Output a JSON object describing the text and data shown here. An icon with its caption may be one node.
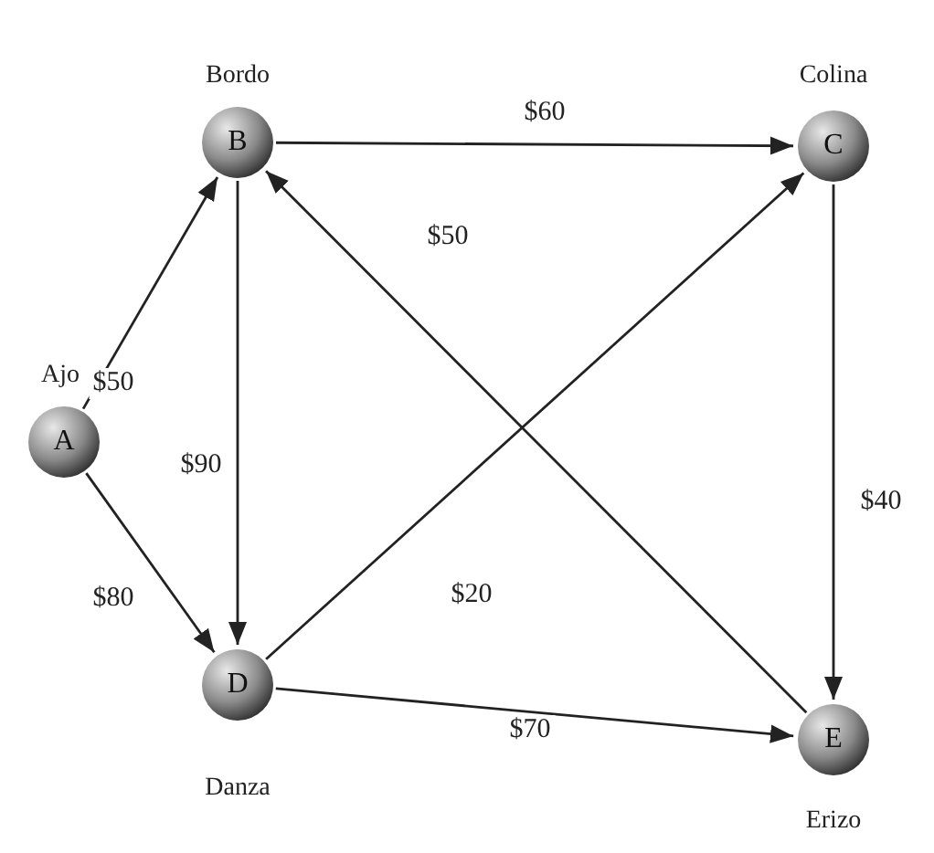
{
  "diagram": {
    "nodes": [
      {
        "text": [
          "A"
        ],
        "beside": [
          "Ajo"
        ]
      },
      {
        "text": [
          "B"
        ],
        "beside": [
          "Bordo"
        ]
      },
      {
        "text": [
          "C"
        ],
        "beside": [
          "Colina"
        ]
      },
      {
        "text": [
          "D"
        ],
        "beside": [
          "Danza"
        ]
      },
      {
        "text": [
          "E"
        ],
        "beside": [
          "Erizo"
        ]
      }
    ],
    "edges": [
      {
        "from": 0,
        "to": 1,
        "arrow": "to",
        "label": "$50"
      },
      {
        "from": 0,
        "to": 3,
        "arrow": "to",
        "label": "$80"
      },
      {
        "from": 1,
        "to": 2,
        "arrow": "to",
        "label": "$60"
      },
      {
        "from": 1,
        "to": 3,
        "arrow": "to",
        "label": "$90"
      },
      {
        "from": 3,
        "to": 2,
        "arrow": "to",
        "label": "$20"
      },
      {
        "from": 4,
        "to": 1,
        "arrow": "to",
        "label": "$50"
      },
      {
        "from": 2,
        "to": 4,
        "arrow": "to",
        "label": "$40"
      },
      {
        "from": 3,
        "to": 4,
        "arrow": "to",
        "label": "$70"
      }
    ]
  }
}
